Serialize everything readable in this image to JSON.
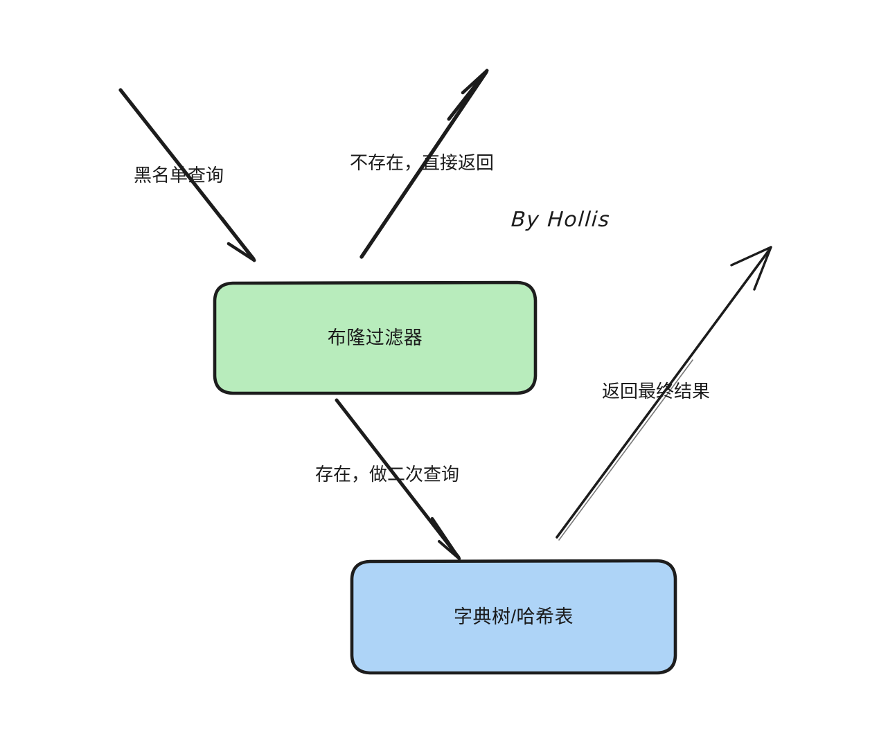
{
  "diagram": {
    "title": "布隆过滤器黑名单查询流程",
    "background_color": "#ffffff",
    "nodes": [
      {
        "id": "bloom-filter",
        "label": "布隆过滤器",
        "fill": "#b8ecbc",
        "stroke": "#1d1d1d",
        "shape": "rounded-rectangle"
      },
      {
        "id": "trie-hashtable",
        "label": "字典树/哈希表",
        "fill": "#aed4f7",
        "stroke": "#1d1d1d",
        "shape": "rounded-rectangle"
      }
    ],
    "edges": [
      {
        "id": "blacklist-query",
        "label": "黑名单查询",
        "from": "external",
        "to": "bloom-filter",
        "direction": "down-right",
        "stroke": "#1d1d1d"
      },
      {
        "id": "not-exist-return",
        "label": "不存在，直接返回",
        "from": "bloom-filter",
        "to": "external",
        "direction": "up-right",
        "stroke": "#1d1d1d"
      },
      {
        "id": "exist-second-query",
        "label": "存在，做二次查询",
        "from": "bloom-filter",
        "to": "trie-hashtable",
        "direction": "down-right",
        "stroke": "#1d1d1d"
      },
      {
        "id": "return-final-result",
        "label": "返回最终结果",
        "from": "trie-hashtable",
        "to": "external",
        "direction": "up-right",
        "stroke": "#1d1d1d"
      }
    ],
    "annotations": [
      {
        "id": "signature",
        "text": "By Hollis",
        "style": "handwritten"
      }
    ]
  }
}
